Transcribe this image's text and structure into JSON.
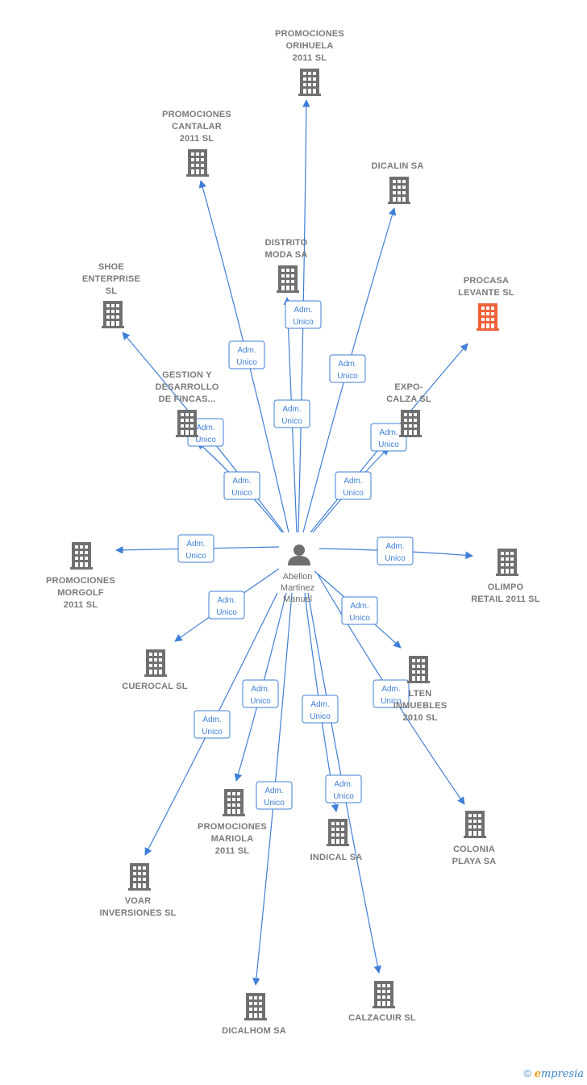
{
  "center": {
    "id": "person",
    "lines": [
      "Abellon",
      "Martinez",
      "Manuel"
    ]
  },
  "role": [
    "Adm.",
    "Unico"
  ],
  "nodes": [
    {
      "id": "orihuela",
      "lines": [
        "PROMOCIONES",
        "ORIHUELA",
        "2011 SL"
      ],
      "highlight": false
    },
    {
      "id": "cantalar",
      "lines": [
        "PROMOCIONES",
        "CANTALAR",
        "2011 SL"
      ],
      "highlight": false
    },
    {
      "id": "dicalin",
      "lines": [
        "DICALIN SA"
      ],
      "highlight": false
    },
    {
      "id": "distrito",
      "lines": [
        "DISTRITO",
        "MODA SA"
      ],
      "highlight": false
    },
    {
      "id": "procasa",
      "lines": [
        "PROCASA",
        "LEVANTE  SL"
      ],
      "highlight": true,
      "color": "#f0623a"
    },
    {
      "id": "shoe",
      "lines": [
        "SHOE",
        "ENTERPRISE",
        "SL"
      ],
      "highlight": false
    },
    {
      "id": "gestion",
      "lines": [
        "GESTION Y",
        "DESARROLLO",
        "DE FINCAS..."
      ],
      "highlight": false
    },
    {
      "id": "expo",
      "lines": [
        "EXPO-",
        "CALZA SL"
      ],
      "highlight": false
    },
    {
      "id": "morgolf",
      "lines": [
        "PROMOCIONES",
        "MORGOLF",
        "2011 SL"
      ],
      "highlight": false
    },
    {
      "id": "olimpo",
      "lines": [
        "OLIMPO",
        "RETAIL 2011 SL"
      ],
      "highlight": false
    },
    {
      "id": "cuerocal",
      "lines": [
        "CUEROCAL  SL"
      ],
      "highlight": false
    },
    {
      "id": "lten",
      "lines": [
        "LTEN",
        "INMUEBLES",
        "2010 SL"
      ],
      "highlight": false
    },
    {
      "id": "colonia",
      "lines": [
        "COLONIA",
        "PLAYA SA"
      ],
      "highlight": false
    },
    {
      "id": "mariola",
      "lines": [
        "PROMOCIONES",
        "MARIOLA",
        "2011 SL"
      ],
      "highlight": false
    },
    {
      "id": "indical",
      "lines": [
        "INDICAL SA"
      ],
      "highlight": false
    },
    {
      "id": "voar",
      "lines": [
        "VOAR",
        "INVERSIONES SL"
      ],
      "highlight": false
    },
    {
      "id": "dicalhom",
      "lines": [
        "DICALHOM SA"
      ],
      "highlight": false
    },
    {
      "id": "calzacuir",
      "lines": [
        "CALZACUIR  SL"
      ],
      "highlight": false
    }
  ],
  "edges": [
    {
      "from": "person",
      "to": "orihuela",
      "role": "Adm. Unico"
    },
    {
      "from": "person",
      "to": "cantalar",
      "role": "Adm. Unico"
    },
    {
      "from": "person",
      "to": "dicalin",
      "role": "Adm. Unico"
    },
    {
      "from": "person",
      "to": "distrito",
      "role": "Adm. Unico"
    },
    {
      "from": "person",
      "to": "procasa",
      "role": "Adm. Unico"
    },
    {
      "from": "person",
      "to": "shoe",
      "role": "Adm. Unico"
    },
    {
      "from": "person",
      "to": "gestion",
      "role": "Adm. Unico"
    },
    {
      "from": "person",
      "to": "expo",
      "role": "Adm. Unico"
    },
    {
      "from": "person",
      "to": "morgolf",
      "role": "Adm. Unico"
    },
    {
      "from": "person",
      "to": "olimpo",
      "role": "Adm. Unico"
    },
    {
      "from": "person",
      "to": "cuerocal",
      "role": "Adm. Unico"
    },
    {
      "from": "person",
      "to": "lten",
      "role": "Adm. Unico"
    },
    {
      "from": "person",
      "to": "colonia",
      "role": "Adm. Unico"
    },
    {
      "from": "person",
      "to": "mariola",
      "role": "Adm. Unico"
    },
    {
      "from": "person",
      "to": "indical",
      "role": "Adm. Unico"
    },
    {
      "from": "person",
      "to": "voar",
      "role": "Adm. Unico"
    },
    {
      "from": "person",
      "to": "dicalhom",
      "role": "Adm. Unico"
    },
    {
      "from": "person",
      "to": "calzacuir",
      "role": "Adm. Unico"
    }
  ],
  "colors": {
    "edge": "#3f7fd6",
    "building": "#707070",
    "highlight": "#f0623a"
  },
  "footer": {
    "symbol": "©",
    "brand_first": "e",
    "brand_rest": "mpresia"
  }
}
